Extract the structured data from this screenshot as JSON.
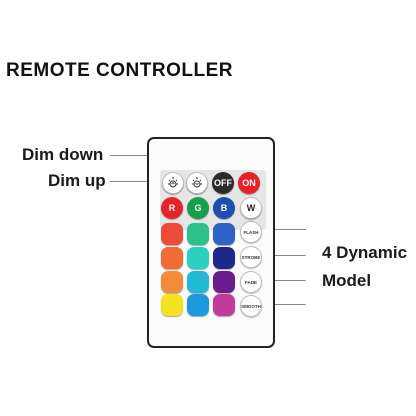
{
  "heading": "REMOTE CONTROLLER",
  "labels": {
    "dim_down": "Dim down",
    "dim_up": "Dim up",
    "dynamic": "4 Dynamic",
    "model": "Model"
  },
  "buttons": {
    "dim_up_icon": "sun-up-icon",
    "dim_down_icon": "sun-down-icon",
    "off": "OFF",
    "on": "ON",
    "r": "R",
    "g": "G",
    "b": "B",
    "w": "W",
    "flash": "FLASH",
    "strobe": "STROBE",
    "fade": "FADE",
    "smooth": "SMOOTH"
  },
  "colors": {
    "off": "#2b2b2b",
    "on": "#e8202a",
    "rows": [
      [
        "#e7232a",
        "#14a04a",
        "#1d4fb0"
      ],
      [
        "#ee4a3a",
        "#2cc08a",
        "#2d63c4"
      ],
      [
        "#f26a34",
        "#2ad0c0",
        "#1e2a8a"
      ],
      [
        "#f48a3a",
        "#24b8d8",
        "#6a1c8e"
      ],
      [
        "#f4e21e",
        "#1c9ae0",
        "#c23a9a"
      ]
    ]
  }
}
